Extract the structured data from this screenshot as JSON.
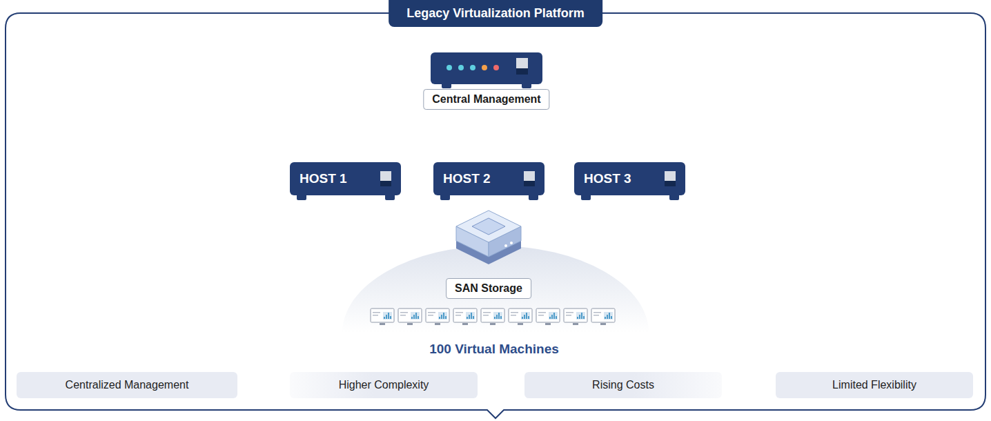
{
  "diagram": {
    "title": "Legacy Virtualization Platform",
    "nodes": [
      {
        "text": [
          "Central Management"
        ]
      },
      {
        "text": [
          "HOST 1"
        ]
      },
      {
        "text": [
          "HOST 2"
        ]
      },
      {
        "text": [
          "HOST 3"
        ]
      },
      {
        "text": [
          "SAN Storage"
        ]
      },
      {
        "text": [
          "Centralized Management"
        ]
      },
      {
        "text": [
          "Higher Complexity"
        ]
      },
      {
        "text": [
          "Rising Costs"
        ]
      },
      {
        "text": [
          "Limited Flexibility"
        ]
      }
    ],
    "edges": [
      {
        "from": 0,
        "to": 1,
        "arrow": "none"
      },
      {
        "from": 0,
        "to": 2,
        "arrow": "none"
      },
      {
        "from": 0,
        "to": 3,
        "arrow": "none"
      },
      {
        "from": 4,
        "to": 1,
        "arrow": "to"
      },
      {
        "from": 4,
        "to": 2,
        "arrow": "to"
      },
      {
        "from": 4,
        "to": 3,
        "arrow": "to"
      }
    ],
    "labels": [
      "100 Virtual Machines"
    ]
  }
}
